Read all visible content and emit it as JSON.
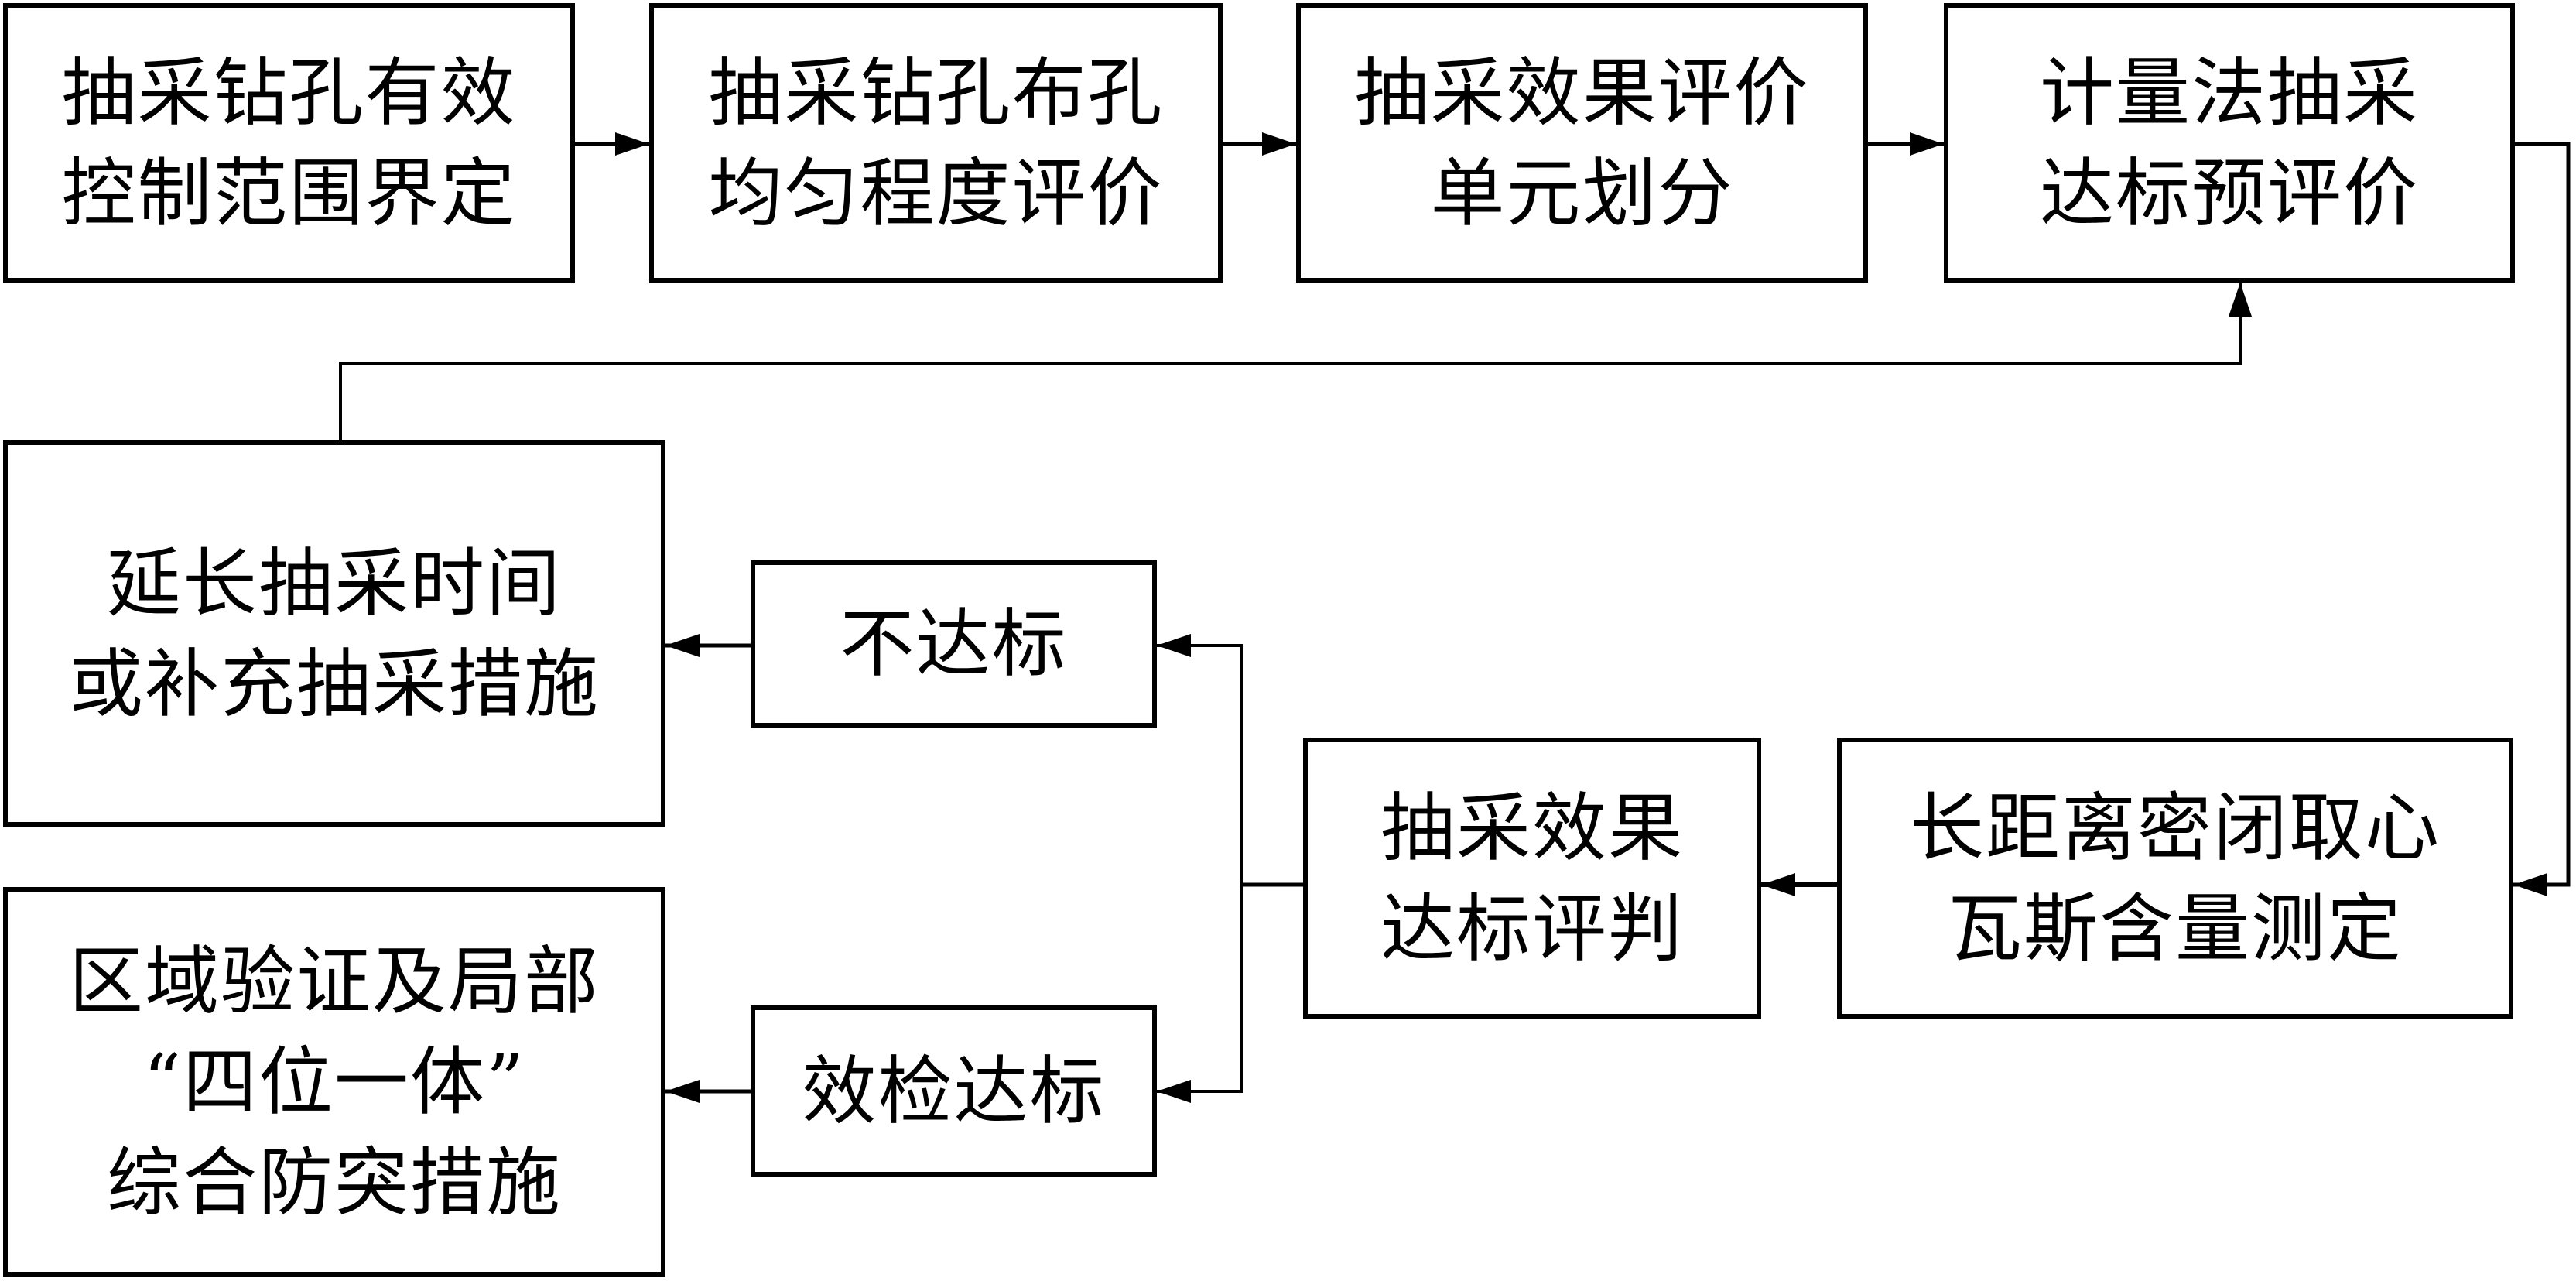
{
  "diagram": {
    "type": "flowchart",
    "colors": {
      "stroke": "#000000",
      "background": "#ffffff",
      "text": "#000000"
    },
    "nodes": [
      {
        "id": "n1",
        "lines": [
          "抽采钻孔有效",
          "控制范围界定"
        ]
      },
      {
        "id": "n2",
        "lines": [
          "抽采钻孔布孔",
          "均匀程度评价"
        ]
      },
      {
        "id": "n3",
        "lines": [
          "抽采效果评价",
          "单元划分"
        ]
      },
      {
        "id": "n4",
        "lines": [
          "计量法抽采",
          "达标预评价"
        ]
      },
      {
        "id": "n5",
        "lines": [
          "延长抽采时间",
          "或补充抽采措施"
        ]
      },
      {
        "id": "n6",
        "lines": [
          "不达标"
        ]
      },
      {
        "id": "n7",
        "lines": [
          "抽采效果",
          "达标评判"
        ]
      },
      {
        "id": "n8",
        "lines": [
          "长距离密闭取心",
          "瓦斯含量测定"
        ]
      },
      {
        "id": "n9",
        "lines": [
          "区域验证及局部",
          "“四位一体”",
          "综合防突措施"
        ]
      },
      {
        "id": "n10",
        "lines": [
          "效检达标"
        ]
      }
    ],
    "edges": [
      {
        "from": "n1",
        "to": "n2"
      },
      {
        "from": "n2",
        "to": "n3"
      },
      {
        "from": "n3",
        "to": "n4"
      },
      {
        "from": "n4",
        "to": "n8"
      },
      {
        "from": "n8",
        "to": "n7"
      },
      {
        "from": "n7",
        "to": "n6"
      },
      {
        "from": "n7",
        "to": "n10"
      },
      {
        "from": "n6",
        "to": "n5"
      },
      {
        "from": "n10",
        "to": "n9"
      },
      {
        "from": "n5",
        "to": "n4"
      }
    ]
  }
}
